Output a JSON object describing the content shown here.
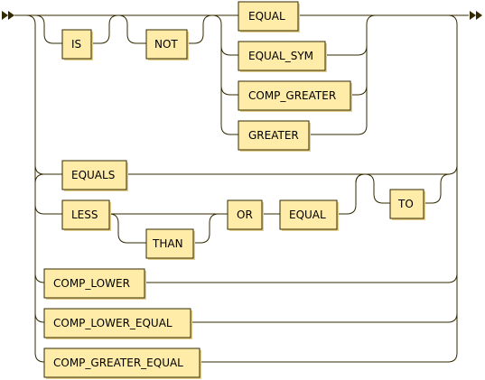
{
  "colors": {
    "box_fill": "#feeca8",
    "box_stroke": "#332900",
    "line": "#332900",
    "background": "#ffffff",
    "text": "#000000"
  },
  "terminals": {
    "is": "IS",
    "not": "NOT",
    "equal": "EQUAL",
    "equal_sym": "EQUAL_SYM",
    "comp_greater": "COMP_GREATER",
    "greater": "GREATER",
    "equals": "EQUALS",
    "less": "LESS",
    "than": "THAN",
    "or": "OR",
    "equal_2": "EQUAL",
    "to": "TO",
    "comp_lower": "COMP_LOWER",
    "comp_lower_equal": "COMP_LOWER_EQUAL",
    "comp_greater_equal": "COMP_GREATER_EQUAL"
  },
  "icons": {
    "start": "double-triangle-start-icon",
    "end": "double-triangle-end-icon"
  }
}
